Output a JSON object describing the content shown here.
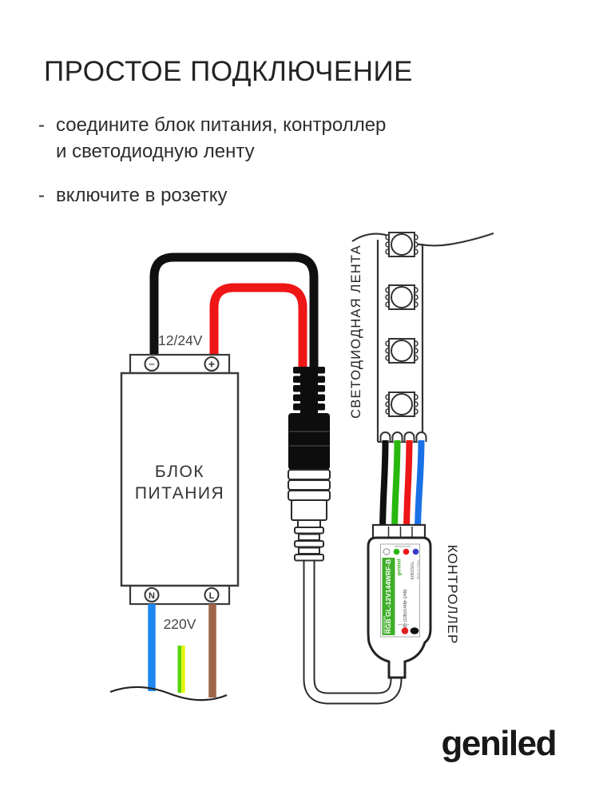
{
  "header": {
    "title": "ПРОСТОЕ ПОДКЛЮЧЕНИЕ",
    "bullets": [
      {
        "dash": "-",
        "lines": [
          "соедините блок питания, контроллер",
          "и светодиодную ленту"
        ]
      },
      {
        "dash": "-",
        "lines": [
          "включите в розетку"
        ]
      }
    ]
  },
  "diagram": {
    "power_supply": {
      "name_line1": "БЛОК",
      "name_line2": "ПИТАНИЯ",
      "terminal_minus": "−",
      "terminal_plus": "+",
      "terminal_neutral": "N",
      "terminal_line": "L",
      "dc_voltage": "12/24V",
      "ac_voltage": "220V"
    },
    "led_strip": {
      "label": "СВЕТОДИОДНАЯ ЛЕНТА"
    },
    "controller": {
      "label": "КОНТРОЛЛЕР",
      "model": "RGB GL-12V144WRF-B",
      "brand": "geniled",
      "type": "контроллер",
      "part_code": "К0615GL",
      "origin": "Made in China",
      "power_spec": "72Вт (12В)/144Вт (24В)"
    },
    "colors": {
      "wire_black": "#101010",
      "wire_red": "#ee1616",
      "wire_green": "#28b80f",
      "wire_blue": "#1a71e6",
      "ac_blue": "#1e88f0",
      "ac_brown": "#a0664a",
      "gnd_green": "#59d405",
      "gnd_yellow": "#e6f50b",
      "controller_green": "#3fae29",
      "outline": "#2b2b2b"
    }
  },
  "footer": {
    "logo": "geniled"
  }
}
